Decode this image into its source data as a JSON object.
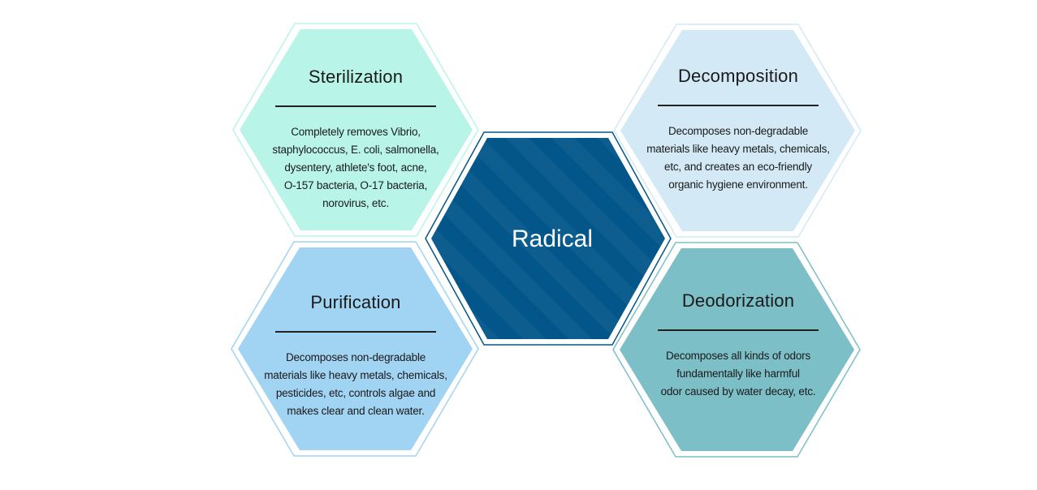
{
  "center": {
    "label": "Radical",
    "color": "#02568a"
  },
  "features": [
    {
      "key": "sterilization",
      "title": "Sterilization",
      "description": "Completely removes Vibrio,\nstaphylococcus, E. coli, salmonella,\ndysentery, athlete's foot, acne,\nO-157 bacteria, O-17 bacteria,\nnorovirus, etc.",
      "fill": "#b8f5e8",
      "border": "#b8f5e8"
    },
    {
      "key": "decomposition",
      "title": "Decomposition",
      "description": "Decomposes non-degradable\nmaterials like heavy metals, chemicals,\netc, and creates an eco-friendly\norganic hygiene environment.",
      "fill": "#d3e9f6",
      "border": "#d3e9f6"
    },
    {
      "key": "purification",
      "title": "Purification",
      "description": "Decomposes non-degradable\nmaterials like heavy metals, chemicals,\npesticides, etc, controls algae and\nmakes clear and clean water.",
      "fill": "#a1d3f2",
      "border": "#a1d3f2"
    },
    {
      "key": "deodorization",
      "title": "Deodorization",
      "description": "Decomposes all kinds of odors\nfundamentally like harmful\nodor caused by water decay, etc.",
      "fill": "#7cbfc7",
      "border": "#7cbfc7"
    }
  ]
}
